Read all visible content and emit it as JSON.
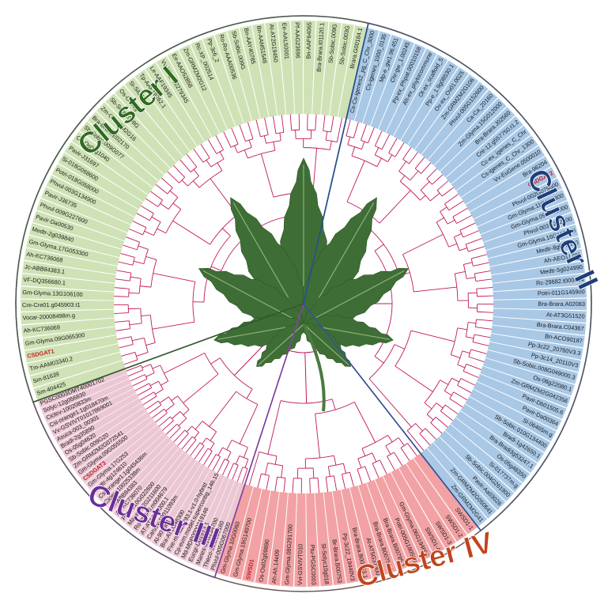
{
  "diagram": {
    "type": "circular-phylogenetic-tree",
    "colors": {
      "branch": "#c2185b",
      "cluster_I_bg": "#cfe2b6",
      "cluster_II_bg": "#a9c8e6",
      "cluster_III_bg": "#ebc7d3",
      "cluster_IV_bg": "#f2a2a4",
      "cluster_I_title": "#2f6b1f",
      "cluster_II_title": "#1d3f7a",
      "cluster_III_title": "#6b2d98",
      "cluster_IV_title": "#c0451c",
      "cluster_I_border": "#2e5e22",
      "cluster_II_border": "#2a4f94",
      "cluster_III_border": "#7a3fa3",
      "cluster_IV_border": "#e0958a",
      "leaf": "#3e6e35",
      "leaf_vein": "#8fb07a"
    },
    "clusters": [
      {
        "name": "Cluster I",
        "highlight": "CSDGAT1",
        "leaves": [
          "Sm-404425",
          "Sm-81639",
          "Tm-AAM03340.2",
          "CSDGAT1",
          "Gm-Glyma.09G065300",
          "Ah-KC736069",
          "Vocar-20008498m.g",
          "Cre-Cre01.g045903.t1",
          "Gm-Glyma.13G106100",
          "VF-DQ356680.1",
          "Jc-ABB84383.1",
          "Ah-KC736068",
          "Gm-Glyma.17G053300",
          "Medtr-2g039840",
          "Pavir-Da00530",
          "Phvul-009G227600",
          "Pavir-J36735",
          "Phvul-003G134900",
          "Potri-018G058000",
          "Si-018G068600",
          "Pavir-J31697",
          "Os-Os05g1040",
          "Sb-Sobic.009G077",
          "Bra-Brara.E02170",
          "Zm-GRMZM2G16",
          "Sb-Sobic.009G",
          "Os-Os05g",
          "Si-SiU27",
          "Tp-AAF19262.1",
          "Le-AAF19345",
          "Vv-XP_002279345",
          "Ee-AAO52858",
          "Zm-GRMZM2G12",
          "Rc-XP_002514",
          "Pp-3c6_2",
          "Ro-Ro-AAA00536",
          "Sb-Sobic.009G",
          "Bn-AAY40785",
          "Bn-AAM51548",
          "At-AT2G19450",
          "Ee-AAL50001",
          "Pf-AAG23696",
          "Bn-AAF64065",
          "Bra-Brara.I01120.1",
          "Sb-Sobic.009G",
          "Sb-Sobic.003G",
          "Brara.G00184.1"
        ]
      },
      {
        "name": "Cluster II",
        "highlight": "CSDGAT2",
        "leaves": [
          "Cs-Cs-igenes2_pg_C_Chr_3000",
          "Cs-igenes_1000_0135",
          "Mp-e_gw1.96.451",
          "Chr-gw_1.00245",
          "Pp-ex_Phpat.00010158",
          "Ah-ex_phytocommune",
          "Ot-ex_scaffold_5",
          "Pp-e_1.9g08530.1",
          "Ov-ex_Ov01.0025",
          "Zm-GRMZM2G106",
          "Phvul-005G152600",
          "Ca-Ca_20160",
          "Zm-Glyma.15G012000",
          "Bra-Brara.J02560",
          "Cre-12.g557750.t1.2",
          "Cc-ex_igenes_C_Chr",
          "Cs-igenes_C_Chr_1300",
          "Vv-EuGene.0500010",
          "Bra-96204",
          "CSDGAT2",
          "Phvul-002G079500",
          "Gm-Glyma.11G088800",
          "Gm-Glyma.09G156000",
          "Phvul-003G272500",
          "Gm-Glyma.16G115700",
          "Medtr-8g072550",
          "Ah-AEO11788",
          "Medtr-5g024990",
          "Rc-29682.t000014",
          "Potri-011G145900",
          "Bra-Brara.A02083",
          "At-AT3G51520",
          "Bra-Brara.C04367",
          "Bn-ACO90187",
          "Pp-3c22_20760V3.3",
          "Pp-3c14_20110V3",
          "Sb-Sobic.008G049000.3",
          "Os-06g22080.1",
          "Zm-GRMZM2G042356",
          "Pavir-Db01505.6",
          "Pavir-Da00364",
          "Sl-06465m.g",
          "Sb-Sobic.010G134400",
          "Bradi-1g42650.1",
          "Bra-Bradi3g53247.1",
          "Os-05g48350",
          "Si-017737m.g",
          "Sb-Sobic.004G261900",
          "Pavir-Aa03026",
          "Zm-GRMZM2G050641",
          "Zm-GRMZM2G41"
        ]
      },
      {
        "name": "Cluster III",
        "highlight": "CSDGAT3",
        "leaves": [
          "Phvul-005G067000",
          "Theco-1EG039160",
          "Manes-01G234700",
          "Eucgr-D01913.1",
          "Md-MDP0000219146",
          "Cp-evm.model.supercontig_146.15",
          "Fve-mrna22793.1-v1.0-hybrid",
          "Bra-AT1G48300",
          "Al-909361",
          "Carubv-10011093m",
          "AT-AT1G48300.1",
          "Ro-29848.m004679",
          "Manes-02G211600",
          "Potri-010G022600",
          "Ah-KC736070",
          "Ah-ABB84383",
          "Ciclev-10025338m",
          "Csi-orange1.1g045436m",
          "Medtr-4g124610",
          "Gm-Glyma.17G253",
          "CSDGAT3",
          "Gm-Glyma.09G055500",
          "Zm-GRMZM2G072541",
          "Sb-Sobic.009G20",
          "Os-05g04620",
          "Bradi-2g35890",
          "Asuca-003_00301",
          "Vv-GSVIVT01017869001",
          "Csi-orange1.1g018470m",
          "Ciclev-10020833m",
          "Solyc-12g056830",
          "PGSC0003DMT40001702"
        ]
      },
      {
        "name": "Cluster IV",
        "highlight": "SWSD1",
        "leaves": [
          "SWSD1-1",
          "SWSD1-2",
          "SWSD1-3",
          "SWSD1-4",
          "Gm-Glyma.06G194600",
          "Potri-005G180500",
          "Bra-Brara.B00785.1",
          "Bra-Brara.B00756.1",
          "At-AT5G37300",
          "Bra-Brara.B00753.1",
          "Pp-3c22_19440V3",
          "Br-Brara.B00753",
          "Sl-Solyc10g018",
          "Ptu-PGSC0003",
          "Vvi-GSVIVT010",
          "Gm-Glyma.08G291700",
          "Ah-Ah.14e09",
          "Os-Os02g09890",
          "SWSD1",
          "Gm-Glyma.19G149700",
          "Gm-Glyma.10G0060"
        ]
      }
    ]
  }
}
